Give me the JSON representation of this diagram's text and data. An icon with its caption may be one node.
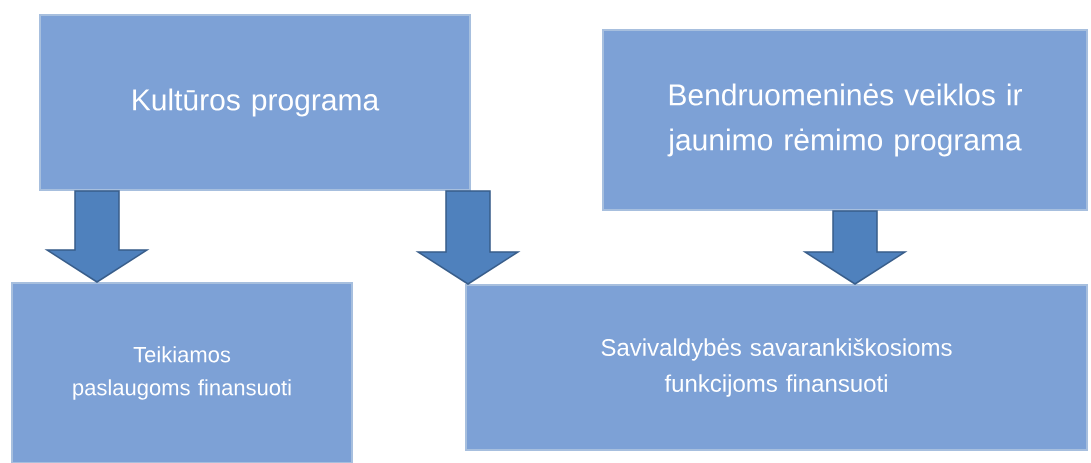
{
  "diagram": {
    "nodes": [
      {
        "text": [
          "Kultūros programa"
        ]
      },
      {
        "text": [
          "Bendruomeninės veiklos ir jaunimo rėmimo programa"
        ]
      },
      {
        "text": [
          "Teikiamos paslaugoms finansuoti"
        ]
      },
      {
        "text": [
          "Savivaldybės savarankiškosioms funkcijoms finansuoti"
        ]
      }
    ],
    "edges": [
      {
        "from": 0,
        "to": 2,
        "arrow": "to"
      },
      {
        "from": 0,
        "to": 3,
        "arrow": "to"
      },
      {
        "from": 1,
        "to": 3,
        "arrow": "to"
      }
    ]
  }
}
